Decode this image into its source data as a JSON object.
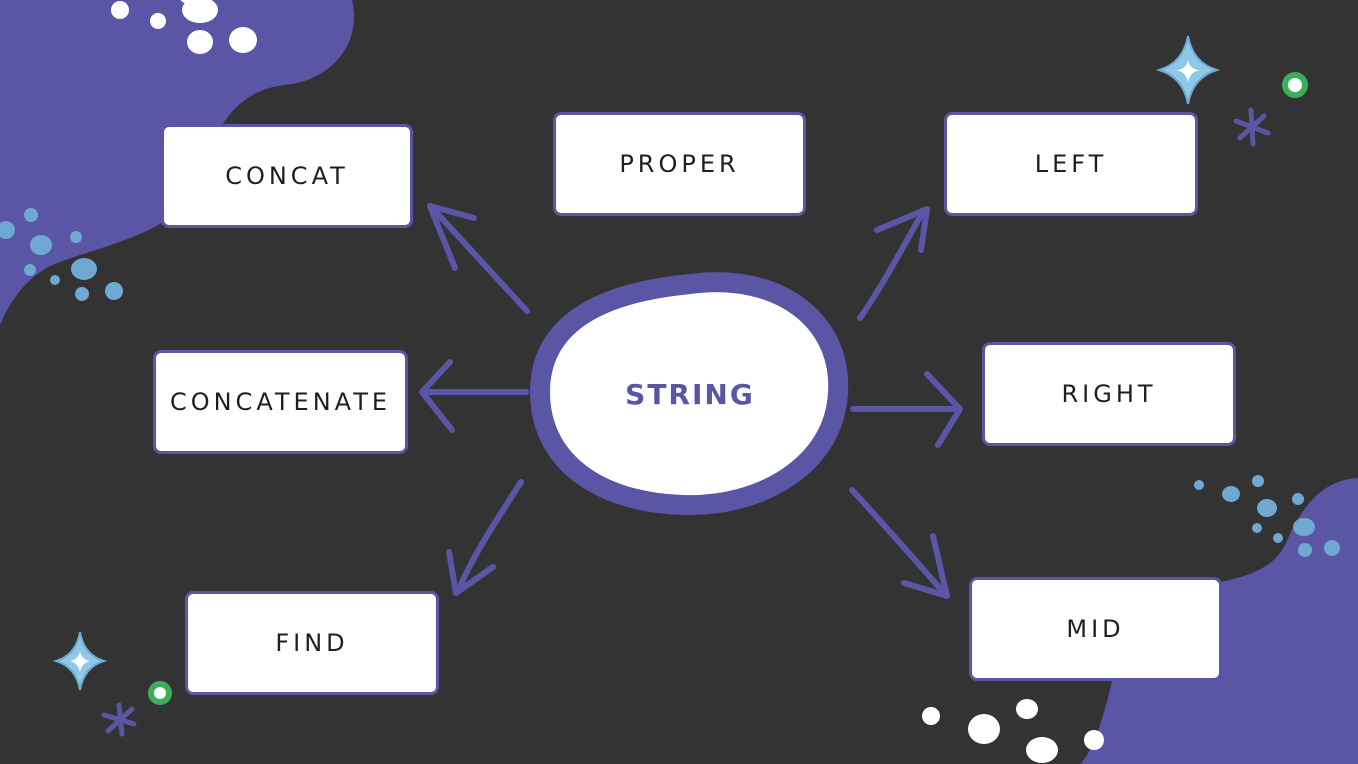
{
  "diagram": {
    "center": {
      "label": "STRING"
    },
    "nodes": {
      "concat": "CONCAT",
      "proper": "PROPER",
      "left": "LEFT",
      "concatenate": "CONCATENATE",
      "right": "RIGHT",
      "find": "FIND",
      "mid": "MID"
    },
    "edges": [
      {
        "from": "STRING",
        "to": "CONCAT"
      },
      {
        "from": "STRING",
        "to": "LEFT"
      },
      {
        "from": "STRING",
        "to": "CONCATENATE"
      },
      {
        "from": "STRING",
        "to": "RIGHT"
      },
      {
        "from": "STRING",
        "to": "FIND"
      },
      {
        "from": "STRING",
        "to": "MID"
      }
    ]
  },
  "colors": {
    "background": "#333333",
    "accent": "#5b55a6",
    "node_fill": "#ffffff",
    "dots": "#6fa8d0",
    "sparkle": "#8ec8e8",
    "green_ring": "#3cae5b"
  }
}
